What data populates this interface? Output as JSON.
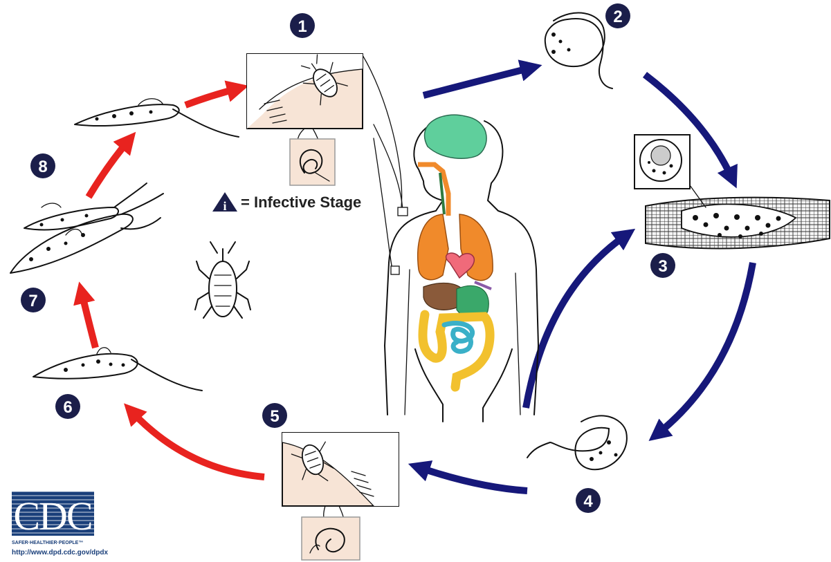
{
  "legend": {
    "icon_letter": "i",
    "label": "= Infective Stage"
  },
  "steps": [
    {
      "number": "1"
    },
    {
      "number": "2"
    },
    {
      "number": "3"
    },
    {
      "number": "4"
    },
    {
      "number": "5"
    },
    {
      "number": "6"
    },
    {
      "number": "7"
    },
    {
      "number": "8"
    }
  ],
  "logo": {
    "text": "CDC",
    "slogan": "SAFER·HEALTHIER·PEOPLE™",
    "url": "http://www.dpd.cdc.gov/dpdx"
  },
  "colors": {
    "badge": "#1b1e4a",
    "human_host_arrows": "#16187a",
    "insect_arrows": "#e8231f",
    "skin_inset": "#f7e4d6",
    "brain": "#5fcf9c",
    "lungs": "#f08a2b",
    "heart": "#f06a7a",
    "liver": "#8a5a3a",
    "stomach": "#3aa86a",
    "colon": "#f2c12e",
    "small_intestine": "#3ab0c8",
    "logo_blue": "#1a3f7a"
  }
}
